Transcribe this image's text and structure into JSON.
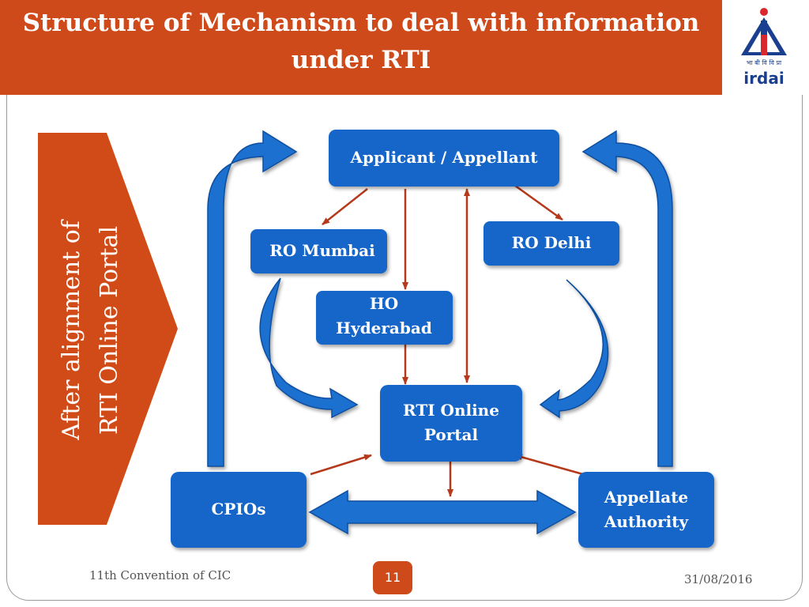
{
  "header": {
    "title_line1": "Structure of Mechanism to deal with information",
    "title_line2": "under RTI"
  },
  "logo": {
    "text_top": "भा बी वि वि प्रा",
    "text_bottom": "irdai"
  },
  "side_label": {
    "line1": "After alignment of",
    "line2": "RTI Online Portal"
  },
  "nodes": {
    "applicant": "Applicant / Appellant",
    "ro_mumbai": "RO Mumbai",
    "ro_delhi": "RO Delhi",
    "ho_line1": "HO",
    "ho_line2": "Hyderabad",
    "portal_line1": "RTI Online",
    "portal_line2": "Portal",
    "cpios": "CPIOs",
    "appellate_line1": "Appellate",
    "appellate_line2": "Authority"
  },
  "footer": {
    "left": "11th Convention of CIC",
    "page": "11",
    "date": "31/08/2016"
  },
  "colors": {
    "accent": "#cf4a1a",
    "box": "#1565c9",
    "arrow_blue": "#1d6fd0",
    "arrow_red": "#b5391a"
  }
}
